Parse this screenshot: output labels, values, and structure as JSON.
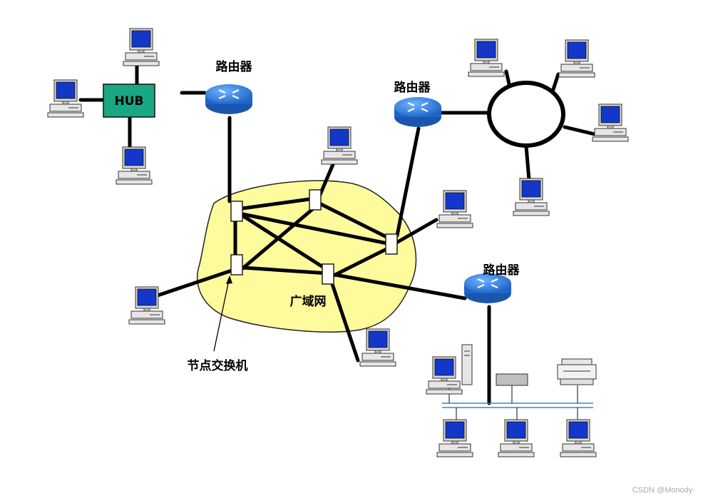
{
  "labels": {
    "router_1": "路由器",
    "router_2": "路由器",
    "router_3": "路由器",
    "hub": "HUB",
    "wan": "广域网",
    "node_switch": "节点交换机"
  },
  "watermark": "CSDN @Monody·",
  "colors": {
    "hub_fill": "#1aa783",
    "wan_fill": "#fdfb9c",
    "router_fill": "#2f7ed8",
    "screen": "#1237c9"
  },
  "icons": [
    "computer-icon",
    "router-icon",
    "hub-icon",
    "printer-icon",
    "server-tower-icon",
    "network-device-icon",
    "ring-network-icon"
  ]
}
